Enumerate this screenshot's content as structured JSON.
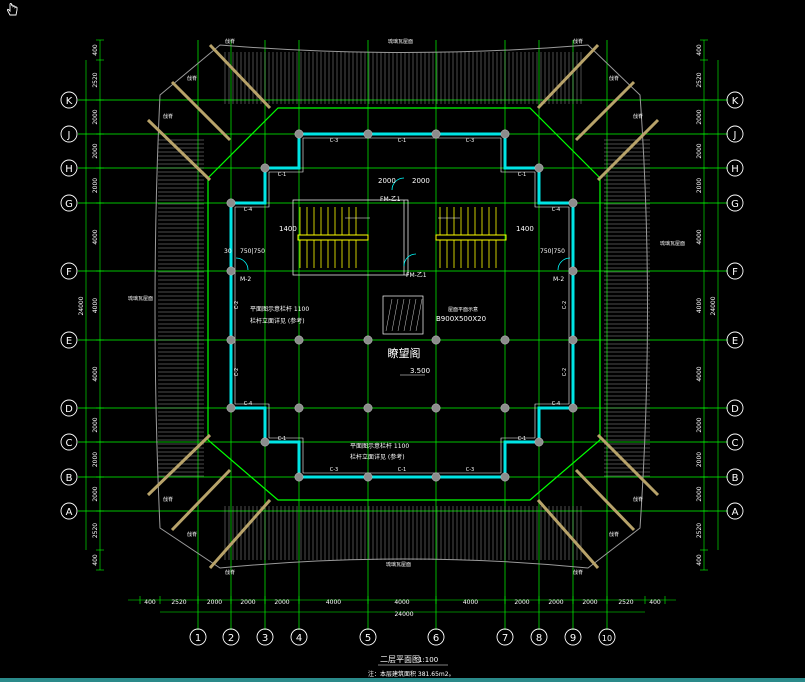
{
  "colors": {
    "background": "#000000",
    "grid_line": "#00ff00",
    "wall": "#00e5e5",
    "roof": "#9a9a9a",
    "column": "#8c8c8c",
    "stair": "#ffff00",
    "text": "#ffffff",
    "door": "#00ffff"
  },
  "grid": {
    "row_labels": [
      "K",
      "J",
      "H",
      "G",
      "F",
      "E",
      "D",
      "C",
      "B",
      "A"
    ],
    "col_labels": [
      "1",
      "2",
      "3",
      "4",
      "5",
      "6",
      "7",
      "8",
      "9",
      "10"
    ],
    "bottom_dims": [
      "400",
      "2520",
      "2000",
      "2000",
      "2000",
      "4000",
      "4000",
      "4000",
      "2000",
      "2000",
      "2000",
      "2520",
      "400"
    ],
    "bottom_total": "24000",
    "left_dims": [
      "400",
      "2520",
      "2000",
      "2000",
      "2000",
      "4000",
      "4000",
      "4000",
      "2000",
      "2000",
      "2000",
      "2520",
      "400"
    ],
    "left_total": "24000",
    "right_dims": [
      "400",
      "2520",
      "2000",
      "2000",
      "2000",
      "4000",
      "4000",
      "4000",
      "2000",
      "2000",
      "2000",
      "2520",
      "400"
    ],
    "right_total": "24000"
  },
  "labels": {
    "title": "二层平面图",
    "scale": "1:100",
    "note": "注：本层建筑面积 381.65m2。",
    "room": "瞭望阁",
    "elevation": "3.500",
    "stair_width": "1400",
    "stair_width_right": "1400",
    "dim_2000_a": "2000",
    "dim_2000_b": "2000",
    "dim_750_left": "750|750",
    "dim_750_right": "750|750",
    "dim_30": "30",
    "fm_top": "FM-乙1",
    "fm_bottom": "FM-乙1",
    "m2_left": "M-2",
    "m2_right": "M-2",
    "upper_note1": "平面图示意栏杆 1100",
    "upper_note2": "栏杆立面详见 (参考)",
    "lower_note1": "平面图示意栏杆 1100",
    "lower_note2": "栏杆立面详见 (参考)",
    "hatch_note": "B900X500X20",
    "hatch_tag": "屋面平面示意",
    "roof_top": "琉璃瓦屋面",
    "roof_bottom": "琉璃瓦屋面",
    "roof_right": "琉璃瓦屋面",
    "roof_left": "琉璃瓦屋面",
    "corner": "戗脊",
    "wall_top": [
      "C-3",
      "C-1",
      "C-3"
    ],
    "wall_bottom": [
      "C-3",
      "C-1",
      "C-3"
    ],
    "wall_side": "C-4",
    "wall_corner": "C-1",
    "wall_small": "C-2"
  }
}
